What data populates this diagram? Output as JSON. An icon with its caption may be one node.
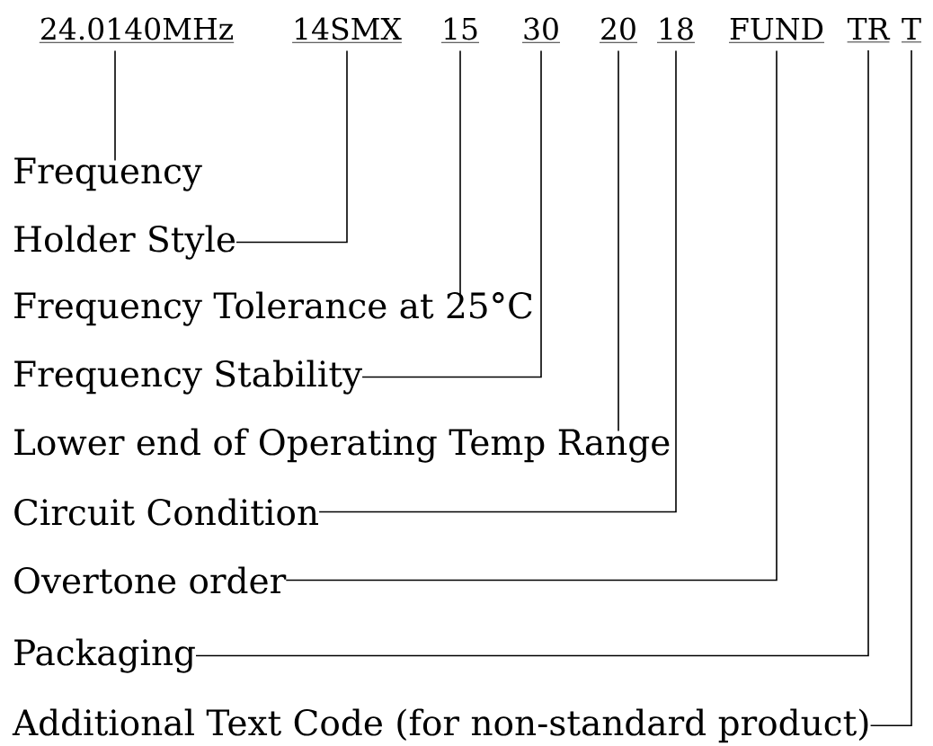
{
  "diagram": {
    "nodes": [
      {
        "text": [
          "24.0140MHz"
        ]
      },
      {
        "text": [
          "14SMX"
        ]
      },
      {
        "text": [
          "15"
        ]
      },
      {
        "text": [
          "30"
        ]
      },
      {
        "text": [
          "20"
        ]
      },
      {
        "text": [
          "18"
        ]
      },
      {
        "text": [
          "FUND"
        ]
      },
      {
        "text": [
          "TR"
        ]
      },
      {
        "text": [
          "T"
        ]
      },
      {
        "text": [
          "Frequency"
        ]
      },
      {
        "text": [
          "Holder Style"
        ]
      },
      {
        "text": [
          "Frequency Tolerance at 25°C"
        ]
      },
      {
        "text": [
          "Frequency Stability"
        ]
      },
      {
        "text": [
          "Lower end of Operating Temp Range"
        ]
      },
      {
        "text": [
          "Circuit Condition"
        ]
      },
      {
        "text": [
          "Overtone order"
        ]
      },
      {
        "text": [
          "Packaging"
        ]
      },
      {
        "text": [
          "Additional Text Code (for non-standard product)"
        ]
      }
    ],
    "edges": [
      {
        "from": 9,
        "to": 0,
        "arrow": "none"
      },
      {
        "from": 10,
        "to": 1,
        "arrow": "none"
      },
      {
        "from": 11,
        "to": 2,
        "arrow": "none"
      },
      {
        "from": 12,
        "to": 3,
        "arrow": "none"
      },
      {
        "from": 13,
        "to": 4,
        "arrow": "none"
      },
      {
        "from": 14,
        "to": 5,
        "arrow": "none"
      },
      {
        "from": 15,
        "to": 6,
        "arrow": "none"
      },
      {
        "from": 16,
        "to": 7,
        "arrow": "none"
      },
      {
        "from": 17,
        "to": 8,
        "arrow": "none"
      }
    ]
  }
}
